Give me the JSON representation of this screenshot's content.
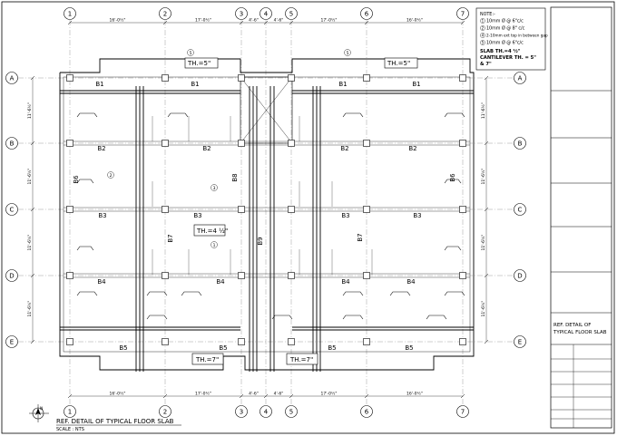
{
  "drawing": {
    "title": "REF. DETAIL OF TYPICAL FLOOR SLAB",
    "scale": "SCALE : NTS",
    "north_mark": "N"
  },
  "grid_cols": [
    "1",
    "2",
    "3",
    "4",
    "5",
    "6",
    "7"
  ],
  "grid_rows": [
    "A",
    "B",
    "C",
    "D",
    "E"
  ],
  "dims_top": [
    "16'-0½\"",
    "17'-0½\"",
    "4'-6\"",
    "4'-6\"",
    "17'-0½\"",
    "16'-0½\""
  ],
  "dims_side": [
    "11'-6½\"",
    "11'-6½\"",
    "11'-6½\"",
    "11'-6½\""
  ],
  "beams": {
    "left": [
      "B1",
      "B1",
      "B2",
      "B2",
      "B3",
      "B3",
      "B4",
      "B4",
      "B5",
      "B5"
    ],
    "right": [
      "B1",
      "B1",
      "B2",
      "B2",
      "B3",
      "B3",
      "B4",
      "B4",
      "B5",
      "B5"
    ],
    "verticals": [
      "B6",
      "B7",
      "B8",
      "B9",
      "B7",
      "B6"
    ]
  },
  "slab_labels": {
    "top_left": "TH.=5\"",
    "top_right": "TH.=5\"",
    "middle": "TH.=4 ½\"",
    "bottom_left": "TH.=7\"",
    "bottom_right": "TH.=7\""
  },
  "bar_marks": [
    "1",
    "2",
    "3",
    "5"
  ],
  "notes": {
    "heading": "NOTE:-",
    "items": [
      {
        "mark": "1",
        "text": "10mm Ø @ 6\"c/c"
      },
      {
        "mark": "2",
        "text": "10mm Ø @ 8\" c/c"
      },
      {
        "mark": "4",
        "text": "2-10mm ext top in between gap"
      },
      {
        "mark": "5",
        "text": "10mm Ø @ 6\"c/c"
      }
    ],
    "slab_th": "SLAB TH.=4 ½\"",
    "cantilever_1": "CANTILEVER TH. = 5\"",
    "cantilever_2": "& 7\""
  },
  "title_block": {
    "line1": "REF. DETAIL OF",
    "line2": "TYPICAL FLOOR SLAB"
  }
}
